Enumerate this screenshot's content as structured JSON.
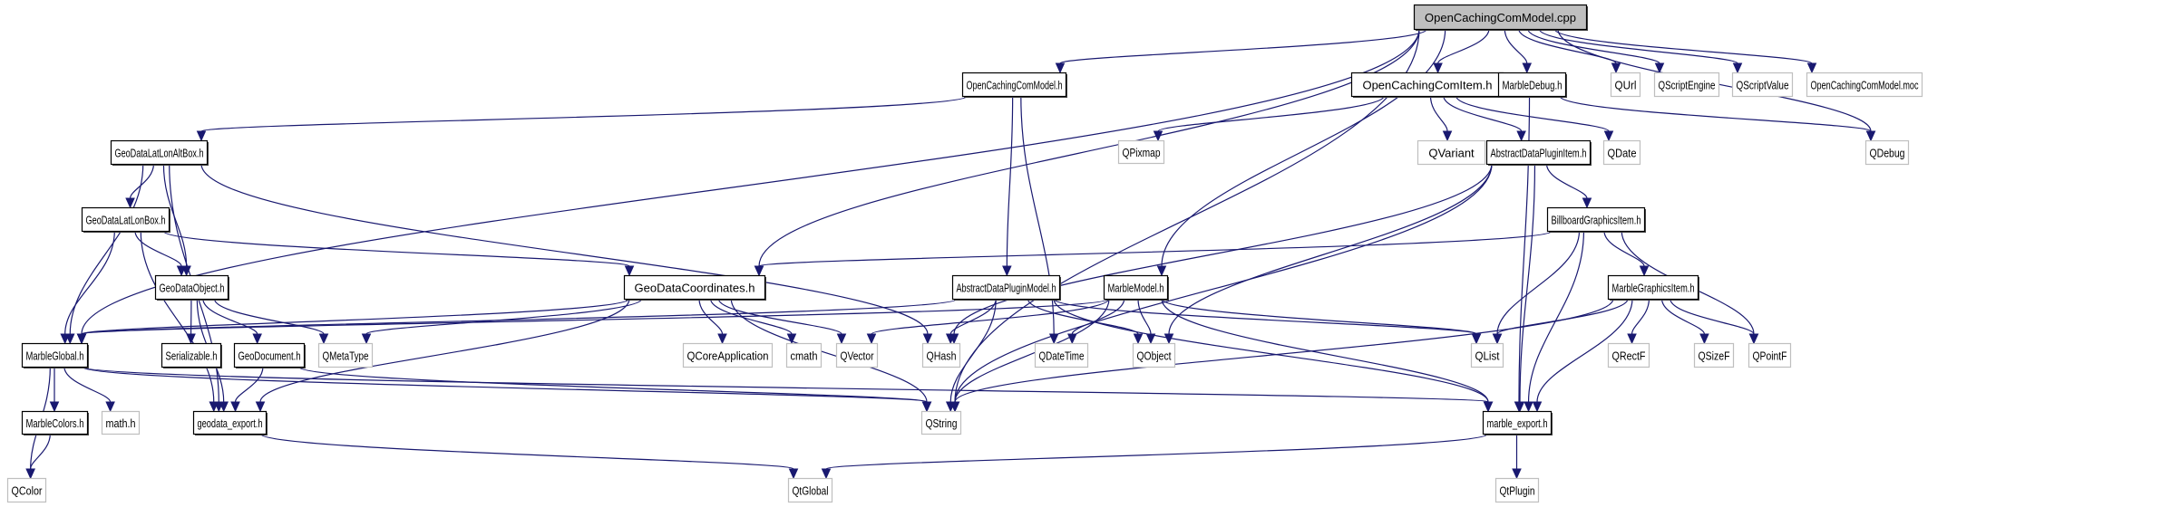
{
  "graph": {
    "title": "OpenCachingComModel.cpp include dependency graph",
    "colors": {
      "edge": "#191970",
      "root_fill": "#bfbfbf",
      "local_border": "#000000",
      "external_border": "#bfbfbf"
    },
    "nodes": [
      {
        "id": "root",
        "label": "OpenCachingComModel.cpp",
        "kind": "root"
      },
      {
        "id": "occm_h",
        "label": "OpenCachingComModel.h",
        "kind": "local"
      },
      {
        "id": "occi_h",
        "label": "OpenCachingComItem.h",
        "kind": "local"
      },
      {
        "id": "mdebug",
        "label": "MarbleDebug.h",
        "kind": "local"
      },
      {
        "id": "qurl",
        "label": "QUrl",
        "kind": "external"
      },
      {
        "id": "qscriptengine",
        "label": "QScriptEngine",
        "kind": "external"
      },
      {
        "id": "qscriptvalue",
        "label": "QScriptValue",
        "kind": "external"
      },
      {
        "id": "occm_moc",
        "label": "OpenCachingComModel.moc",
        "kind": "external"
      },
      {
        "id": "gdllab",
        "label": "GeoDataLatLonAltBox.h",
        "kind": "local"
      },
      {
        "id": "qpixmap",
        "label": "QPixmap",
        "kind": "external"
      },
      {
        "id": "qvariant",
        "label": "QVariant",
        "kind": "external"
      },
      {
        "id": "adpi",
        "label": "AbstractDataPluginItem.h",
        "kind": "local"
      },
      {
        "id": "qdate",
        "label": "QDate",
        "kind": "external"
      },
      {
        "id": "qdebug",
        "label": "QDebug",
        "kind": "external"
      },
      {
        "id": "gdllb",
        "label": "GeoDataLatLonBox.h",
        "kind": "local"
      },
      {
        "id": "bgi",
        "label": "BillboardGraphicsItem.h",
        "kind": "local"
      },
      {
        "id": "gdobj",
        "label": "GeoDataObject.h",
        "kind": "local"
      },
      {
        "id": "gdcoord",
        "label": "GeoDataCoordinates.h",
        "kind": "local"
      },
      {
        "id": "adpm",
        "label": "AbstractDataPluginModel.h",
        "kind": "local"
      },
      {
        "id": "mmodel",
        "label": "MarbleModel.h",
        "kind": "local"
      },
      {
        "id": "mgi",
        "label": "MarbleGraphicsItem.h",
        "kind": "local"
      },
      {
        "id": "mglobal",
        "label": "MarbleGlobal.h",
        "kind": "local"
      },
      {
        "id": "serial",
        "label": "Serializable.h",
        "kind": "local"
      },
      {
        "id": "gddoc",
        "label": "GeoDocument.h",
        "kind": "local"
      },
      {
        "id": "qmetatype",
        "label": "QMetaType",
        "kind": "external"
      },
      {
        "id": "qcoreapp",
        "label": "QCoreApplication",
        "kind": "external"
      },
      {
        "id": "cmath",
        "label": "cmath",
        "kind": "external"
      },
      {
        "id": "qvector",
        "label": "QVector",
        "kind": "external"
      },
      {
        "id": "qhash",
        "label": "QHash",
        "kind": "external"
      },
      {
        "id": "qdatetime",
        "label": "QDateTime",
        "kind": "external"
      },
      {
        "id": "qobject",
        "label": "QObject",
        "kind": "external"
      },
      {
        "id": "qlist",
        "label": "QList",
        "kind": "external"
      },
      {
        "id": "qrectf",
        "label": "QRectF",
        "kind": "external"
      },
      {
        "id": "qsizef",
        "label": "QSizeF",
        "kind": "external"
      },
      {
        "id": "qpointf",
        "label": "QPointF",
        "kind": "external"
      },
      {
        "id": "mcolors",
        "label": "MarbleColors.h",
        "kind": "local"
      },
      {
        "id": "mathh",
        "label": "math.h",
        "kind": "external"
      },
      {
        "id": "gdexport",
        "label": "geodata_export.h",
        "kind": "local"
      },
      {
        "id": "qstring",
        "label": "QString",
        "kind": "external"
      },
      {
        "id": "mexport",
        "label": "marble_export.h",
        "kind": "local"
      },
      {
        "id": "qcolor",
        "label": "QColor",
        "kind": "external"
      },
      {
        "id": "qtglobal",
        "label": "QtGlobal",
        "kind": "external"
      },
      {
        "id": "qtplugin",
        "label": "QtPlugin",
        "kind": "external"
      }
    ],
    "edges": [
      [
        "root",
        "occm_h"
      ],
      [
        "root",
        "occi_h"
      ],
      [
        "root",
        "mdebug"
      ],
      [
        "root",
        "qurl"
      ],
      [
        "root",
        "qscriptengine"
      ],
      [
        "root",
        "qscriptvalue"
      ],
      [
        "root",
        "occm_moc"
      ],
      [
        "root",
        "mglobal"
      ],
      [
        "root",
        "gdcoord"
      ],
      [
        "root",
        "mmodel"
      ],
      [
        "root",
        "qstring"
      ],
      [
        "root",
        "qdebug"
      ],
      [
        "occm_h",
        "gdllab"
      ],
      [
        "occm_h",
        "adpm"
      ],
      [
        "occm_h",
        "qdatetime"
      ],
      [
        "occi_h",
        "qpixmap"
      ],
      [
        "occi_h",
        "qvariant"
      ],
      [
        "occi_h",
        "adpi"
      ],
      [
        "occi_h",
        "qdate"
      ],
      [
        "mdebug",
        "qdebug"
      ],
      [
        "mdebug",
        "mexport"
      ],
      [
        "gdllab",
        "gdllb"
      ],
      [
        "gdllab",
        "gdobj"
      ],
      [
        "gdllab",
        "mglobal"
      ],
      [
        "gdllab",
        "gdexport"
      ],
      [
        "gdllab",
        "qhash"
      ],
      [
        "gdllb",
        "gdobj"
      ],
      [
        "gdllb",
        "gdcoord"
      ],
      [
        "gdllb",
        "mglobal"
      ],
      [
        "gdllb",
        "gdexport"
      ],
      [
        "adpi",
        "bgi"
      ],
      [
        "adpi",
        "qhash"
      ],
      [
        "adpi",
        "qobject"
      ],
      [
        "adpi",
        "qstring"
      ],
      [
        "adpi",
        "mexport"
      ],
      [
        "bgi",
        "mgi"
      ],
      [
        "bgi",
        "gdcoord"
      ],
      [
        "bgi",
        "qlist"
      ],
      [
        "bgi",
        "qpointf"
      ],
      [
        "bgi",
        "mexport"
      ],
      [
        "gdobj",
        "serial"
      ],
      [
        "gdobj",
        "gddoc"
      ],
      [
        "gdobj",
        "qmetatype"
      ],
      [
        "gdobj",
        "gdexport"
      ],
      [
        "gdcoord",
        "mglobal"
      ],
      [
        "gdcoord",
        "qmetatype"
      ],
      [
        "gdcoord",
        "qcoreapp"
      ],
      [
        "gdcoord",
        "cmath"
      ],
      [
        "gdcoord",
        "qvector"
      ],
      [
        "gdcoord",
        "gdexport"
      ],
      [
        "gdcoord",
        "qstring"
      ],
      [
        "adpm",
        "mglobal"
      ],
      [
        "adpm",
        "qhash"
      ],
      [
        "adpm",
        "qobject"
      ],
      [
        "adpm",
        "qlist"
      ],
      [
        "adpm",
        "qstring"
      ],
      [
        "adpm",
        "mexport"
      ],
      [
        "mmodel",
        "mglobal"
      ],
      [
        "mmodel",
        "qvector"
      ],
      [
        "mmodel",
        "qdatetime"
      ],
      [
        "mmodel",
        "qobject"
      ],
      [
        "mmodel",
        "qlist"
      ],
      [
        "mmodel",
        "qstring"
      ],
      [
        "mmodel",
        "mexport"
      ],
      [
        "mgi",
        "qlist"
      ],
      [
        "mgi",
        "qrectf"
      ],
      [
        "mgi",
        "qsizef"
      ],
      [
        "mgi",
        "qpointf"
      ],
      [
        "mgi",
        "qstring"
      ],
      [
        "mgi",
        "mexport"
      ],
      [
        "mglobal",
        "mcolors"
      ],
      [
        "mglobal",
        "mathh"
      ],
      [
        "mglobal",
        "qcolor"
      ],
      [
        "mglobal",
        "qstring"
      ],
      [
        "mglobal",
        "mexport"
      ],
      [
        "gddoc",
        "gdexport"
      ],
      [
        "gddoc",
        "qstring"
      ],
      [
        "mcolors",
        "qcolor"
      ],
      [
        "gdexport",
        "qtglobal"
      ],
      [
        "mexport",
        "qtglobal"
      ],
      [
        "mexport",
        "qtplugin"
      ]
    ]
  }
}
